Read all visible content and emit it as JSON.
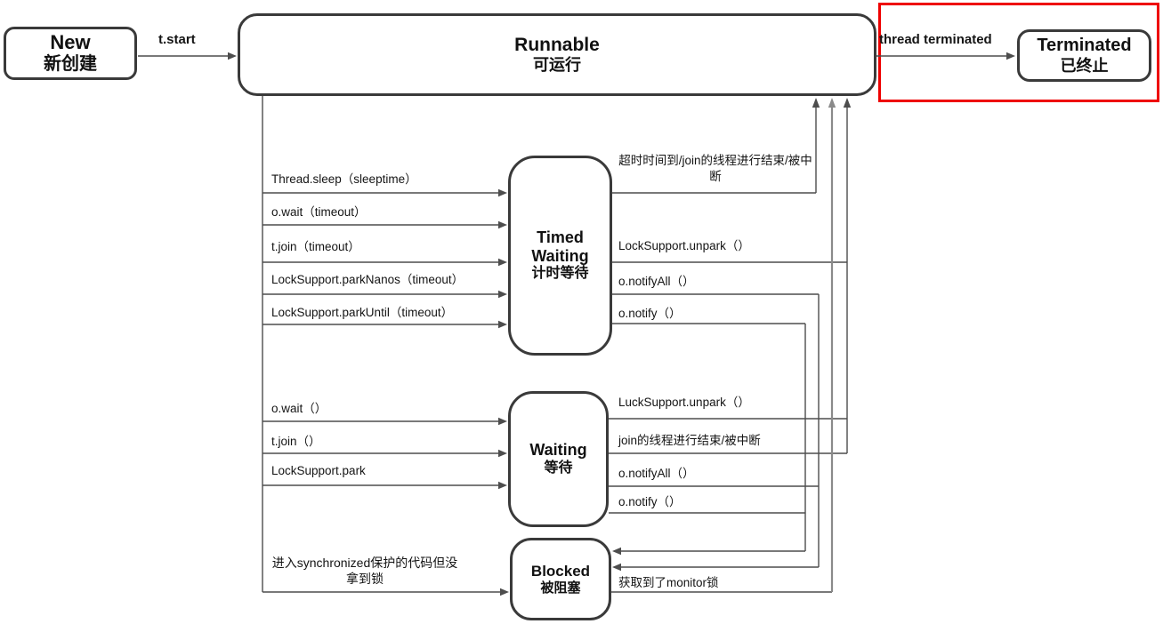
{
  "states": {
    "new": {
      "title": "New",
      "subtitle": "新创建"
    },
    "runnable": {
      "title": "Runnable",
      "subtitle": "可运行"
    },
    "terminated": {
      "title": "Terminated",
      "subtitle": "已终止"
    },
    "timed_waiting": {
      "title": "Timed Waiting",
      "subtitle": "计时等待"
    },
    "waiting": {
      "title": "Waiting",
      "subtitle": "等待"
    },
    "blocked": {
      "title": "Blocked",
      "subtitle": "被阻塞"
    }
  },
  "transitions": {
    "new_to_runnable": "t.start",
    "runnable_to_terminated": "thread terminated",
    "runnable_to_timed_waiting": [
      "Thread.sleep（sleeptime）",
      "o.wait（timeout）",
      "t.join（timeout）",
      "LockSupport.parkNanos（timeout）",
      "LockSupport.parkUntil（timeout）"
    ],
    "timed_waiting_to_runnable": [
      "超时时间到/join的线程进行结束/被中断",
      "LockSupport.unpark（）"
    ],
    "timed_waiting_to_blocked": [
      "o.notifyAll（）",
      "o.notify（）"
    ],
    "runnable_to_waiting": [
      "o.wait（）",
      "t.join（）",
      "LockSupport.park"
    ],
    "waiting_to_runnable": [
      "LuckSupport.unpark（）",
      "join的线程进行结束/被中断"
    ],
    "waiting_to_blocked": [
      "o.notifyAll（）",
      "o.notify（）"
    ],
    "runnable_to_blocked": "进入synchronized保护的代码但没拿到锁",
    "blocked_to_runnable": "获取到了monitor锁"
  },
  "colors": {
    "highlight_border": "#ee0000",
    "box_border": "#3a3a3a",
    "connector": "#4d4d4d",
    "connector_gray": "#8a8a8a",
    "background": "#ffffff"
  }
}
